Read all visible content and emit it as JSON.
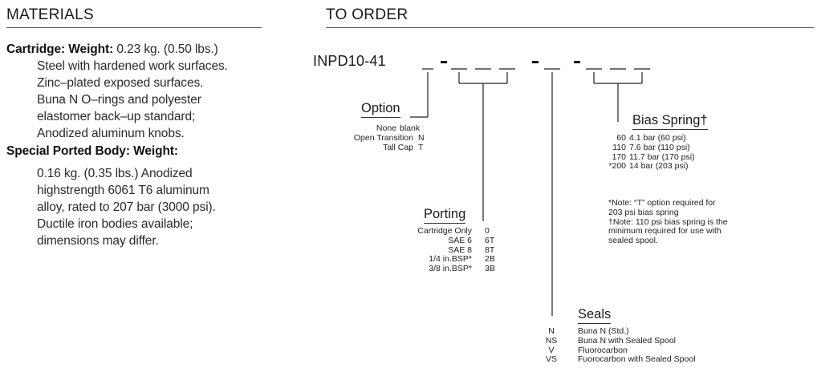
{
  "materials": {
    "heading": "MATERIALS",
    "cartridge": {
      "label": "Cartridge:",
      "weight_label": "Weight:",
      "weight_value": "0.23 kg. (0.50 lbs.)",
      "lines": [
        "Steel with hardened work surfaces.",
        "Zinc–plated exposed surfaces.",
        "Buna N O–rings and polyester",
        "elastomer back–up standard;",
        "Anodized aluminum knobs."
      ]
    },
    "body": {
      "label": "Special Ported Body: Weight:",
      "lines": [
        "0.16 kg. (0.35 lbs.) Anodized",
        "highstrength 6061 T6 aluminum",
        "alloy, rated to 207 bar (3000 psi).",
        "Ductile iron bodies available;",
        "dimensions may differ."
      ]
    }
  },
  "order": {
    "heading": "TO ORDER",
    "model": "INPD10-41",
    "option": {
      "title": "Option",
      "items": [
        {
          "label": "None",
          "code": "blank"
        },
        {
          "label": "Open Transition",
          "code": "N"
        },
        {
          "label": "Tall Cap",
          "code": "T"
        }
      ]
    },
    "porting": {
      "title": "Porting",
      "items": [
        {
          "label": "Cartridge Only",
          "code": "0"
        },
        {
          "label": "SAE 6",
          "code": "6T"
        },
        {
          "label": "SAE 8",
          "code": "8T"
        },
        {
          "label": "1/4 in.BSP*",
          "code": "2B"
        },
        {
          "label": "3/8 in.BSP*",
          "code": "3B"
        }
      ]
    },
    "seals": {
      "title": "Seals",
      "items": [
        {
          "code": "N",
          "label": "Buna N (Std.)"
        },
        {
          "code": "NS",
          "label": "Buna N with Sealed Spool"
        },
        {
          "code": "V",
          "label": "Fluorocarbon"
        },
        {
          "code": "VS",
          "label": "Fuorocarbon with Sealed Spool"
        }
      ]
    },
    "bias_spring": {
      "title": "Bias Spring†",
      "items": [
        {
          "code": "60",
          "label": "4.1 bar (60 psi)"
        },
        {
          "code": "110",
          "label": "7.6 bar (110 psi)"
        },
        {
          "code": "170",
          "label": "11.7 bar (170 psi)"
        },
        {
          "code": "*200",
          "label": "14 bar (203 psi)"
        }
      ],
      "notes": [
        "*Note:  “T”  option required for",
        "203 psi bias spring",
        "†Note: 110 psi bias spring is the",
        "minimum required for use with",
        "sealed spool."
      ]
    }
  }
}
